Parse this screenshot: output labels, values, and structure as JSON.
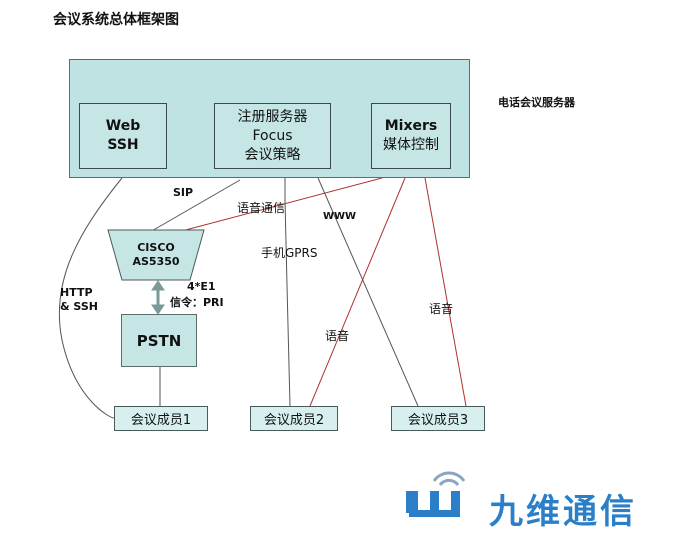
{
  "title": "会议系统总体框架图",
  "server": {
    "label": "电话会议服务器",
    "modules": {
      "web": [
        "Web",
        "SSH"
      ],
      "focus": [
        "注册服务器",
        "Focus",
        "会议策略"
      ],
      "mixers": [
        "Mixers",
        "媒体控制"
      ]
    }
  },
  "gateway": [
    "CISCO",
    "AS5350"
  ],
  "pstn": "PSTN",
  "members": [
    "会议成员1",
    "会议成员2",
    "会议成员3"
  ],
  "labels": {
    "sip": "SIP",
    "voice_comm": "语音通信",
    "www": "WWW",
    "gprs": "手机GPRS",
    "e1": "4*E1",
    "signaling": "信令：PRI",
    "http_ssh": [
      "HTTP",
      "& SSH"
    ],
    "voice_left": "语音",
    "voice_right": "语音"
  },
  "logo": {
    "text": "九维通信"
  },
  "colors": {
    "box_fill": "#c6e6e6",
    "server_fill": "#bfe3e3",
    "voice_line": "#b03030",
    "data_line": "#555555",
    "brand": "#2b7fc8"
  }
}
